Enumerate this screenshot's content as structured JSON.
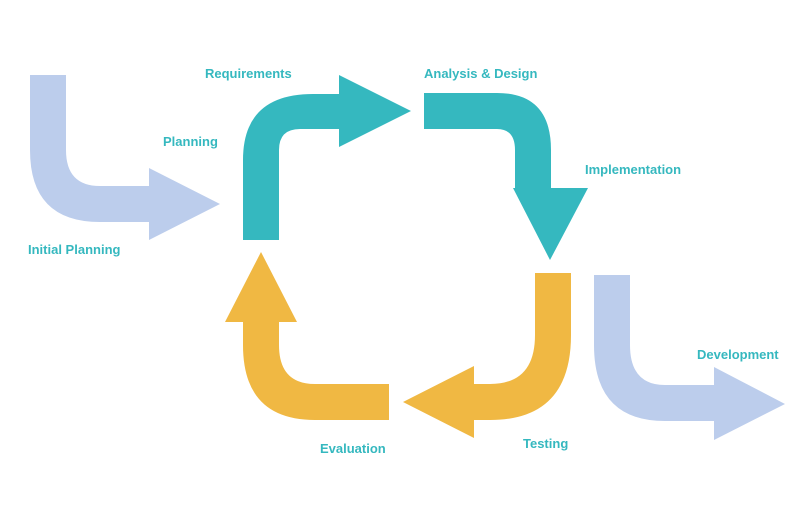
{
  "colors": {
    "planning_blue": "#bccdec",
    "cycle_teal": "#35b8bf",
    "cycle_yellow": "#f0b843",
    "label_teal": "#35b8bf"
  },
  "labels": {
    "initial_planning": "Initial Planning",
    "planning": "Planning",
    "requirements": "Requirements",
    "analysis_design": "Analysis & Design",
    "implementation": "Implementation",
    "testing": "Testing",
    "evaluation": "Evaluation",
    "development": "Development"
  }
}
